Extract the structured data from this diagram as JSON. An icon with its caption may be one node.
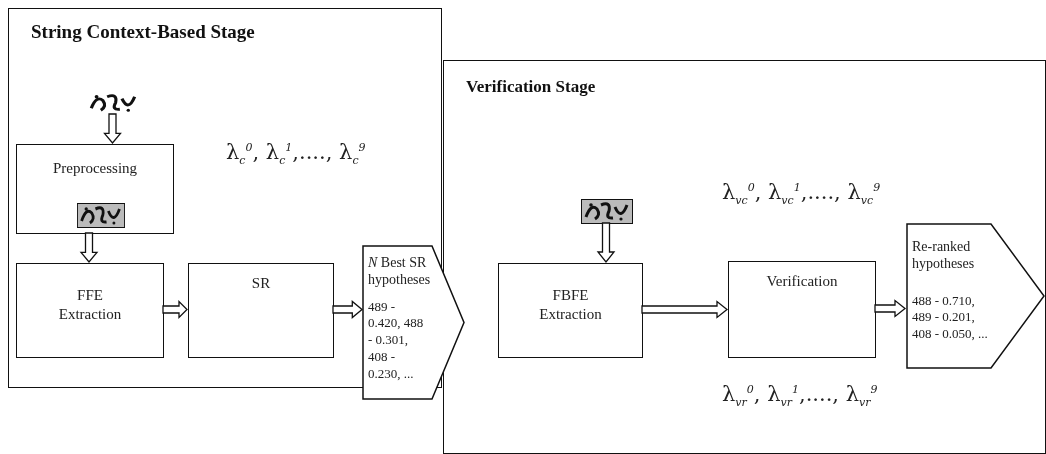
{
  "diagram": {
    "nodes": [
      {
        "text": [
          "String Context-Based Stage"
        ]
      },
      {
        "text": [],
        "shape": "picture",
        "in": 0
      },
      {
        "text": [
          "Preprocessing"
        ],
        "in": 0
      },
      {
        "text": [],
        "shape": "picture",
        "in": 2
      },
      {
        "text": [
          "FFE Extraction"
        ],
        "in": 0
      },
      {
        "text": [
          "SR"
        ],
        "in": 0
      },
      {
        "text": [
          "*N* Best SR hypotheses",
          "489 - 0.420, 488 - 0.301, 408 - 0.230, ..."
        ]
      },
      {
        "text": [
          "Verification Stage"
        ]
      },
      {
        "text": [],
        "shape": "picture",
        "in": 7
      },
      {
        "text": [
          "FBFE Extraction"
        ],
        "in": 7
      },
      {
        "text": [
          "Verification"
        ],
        "in": 7
      },
      {
        "text": [
          "Re-ranked hypotheses",
          "488 - 0.710, 489 - 0.201, 408 - 0.050, ..."
        ],
        "in": 7
      }
    ],
    "edges": [
      {
        "from": 1,
        "to": 2,
        "arrow": "to"
      },
      {
        "from": 2,
        "to": 4,
        "arrow": "to"
      },
      {
        "from": 4,
        "to": 5,
        "arrow": "to"
      },
      {
        "from": 5,
        "to": 6,
        "arrow": "to"
      },
      {
        "from": 8,
        "to": 9,
        "arrow": "to"
      },
      {
        "from": 9,
        "to": 10,
        "arrow": "to"
      },
      {
        "from": 10,
        "to": 11,
        "arrow": "to"
      }
    ],
    "labels": [
      "λ$_{c}$$^{0}$, λ$_{c}$$^{1}$,...., λ$_{c}$$^{9}$",
      "λ$_{vc}$$^{0}$, λ$_{vc}$$^{1}$,...., λ$_{vc}$$^{9}$",
      "λ$_{vr}$$^{0}$, λ$_{vr}$$^{1}$,...., λ$_{vr}$$^{9}$"
    ]
  }
}
